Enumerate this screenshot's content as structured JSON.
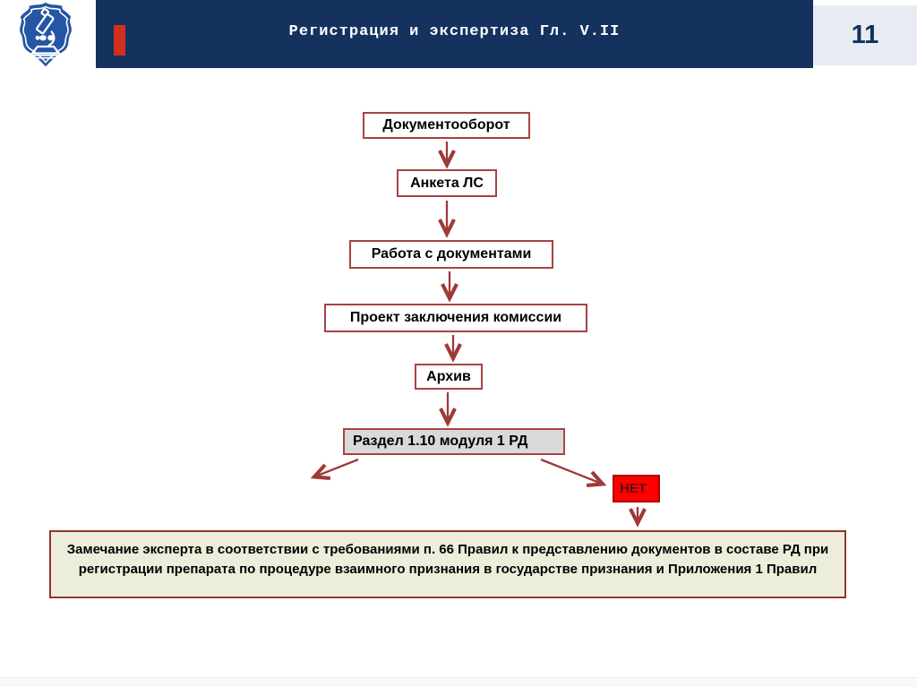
{
  "header": {
    "title": "Регистрация и экспертиза Гл. V.II",
    "page_number": "11",
    "logo": "microscope-shield-logo"
  },
  "flowchart": {
    "nodes": [
      {
        "label": "Документооборот",
        "type": "process"
      },
      {
        "label": "Анкета ЛС",
        "type": "process"
      },
      {
        "label": "Работа с документами",
        "type": "process"
      },
      {
        "label": "Проект заключения комиссии",
        "type": "process"
      },
      {
        "label": "Архив",
        "type": "process"
      },
      {
        "label": "Раздел 1.10 модуля 1 РД",
        "type": "process-highlighted"
      },
      {
        "label": "НЕТ",
        "type": "decision-negative"
      }
    ],
    "note": {
      "lines": [
        "Замечание эксперта  в соответствии с требованиями п. 66 Правил к представлению документов в составе РД при",
        "регистрации препарата по процедуре взаимного признания в государстве признания и Приложения 1 Правил"
      ]
    }
  },
  "colors": {
    "header_bg": "#15325f",
    "accent_red": "#d2301c",
    "box_border": "#a84340",
    "arrow": "#9e3a38",
    "highlight_fill": "#d9d9d9",
    "negative_fill": "#fe0000",
    "negative_text": "#5c1010",
    "note_fill": "#edeeda",
    "page_badge_bg": "#e9ebf2",
    "logo_blue": "#2456a4"
  }
}
